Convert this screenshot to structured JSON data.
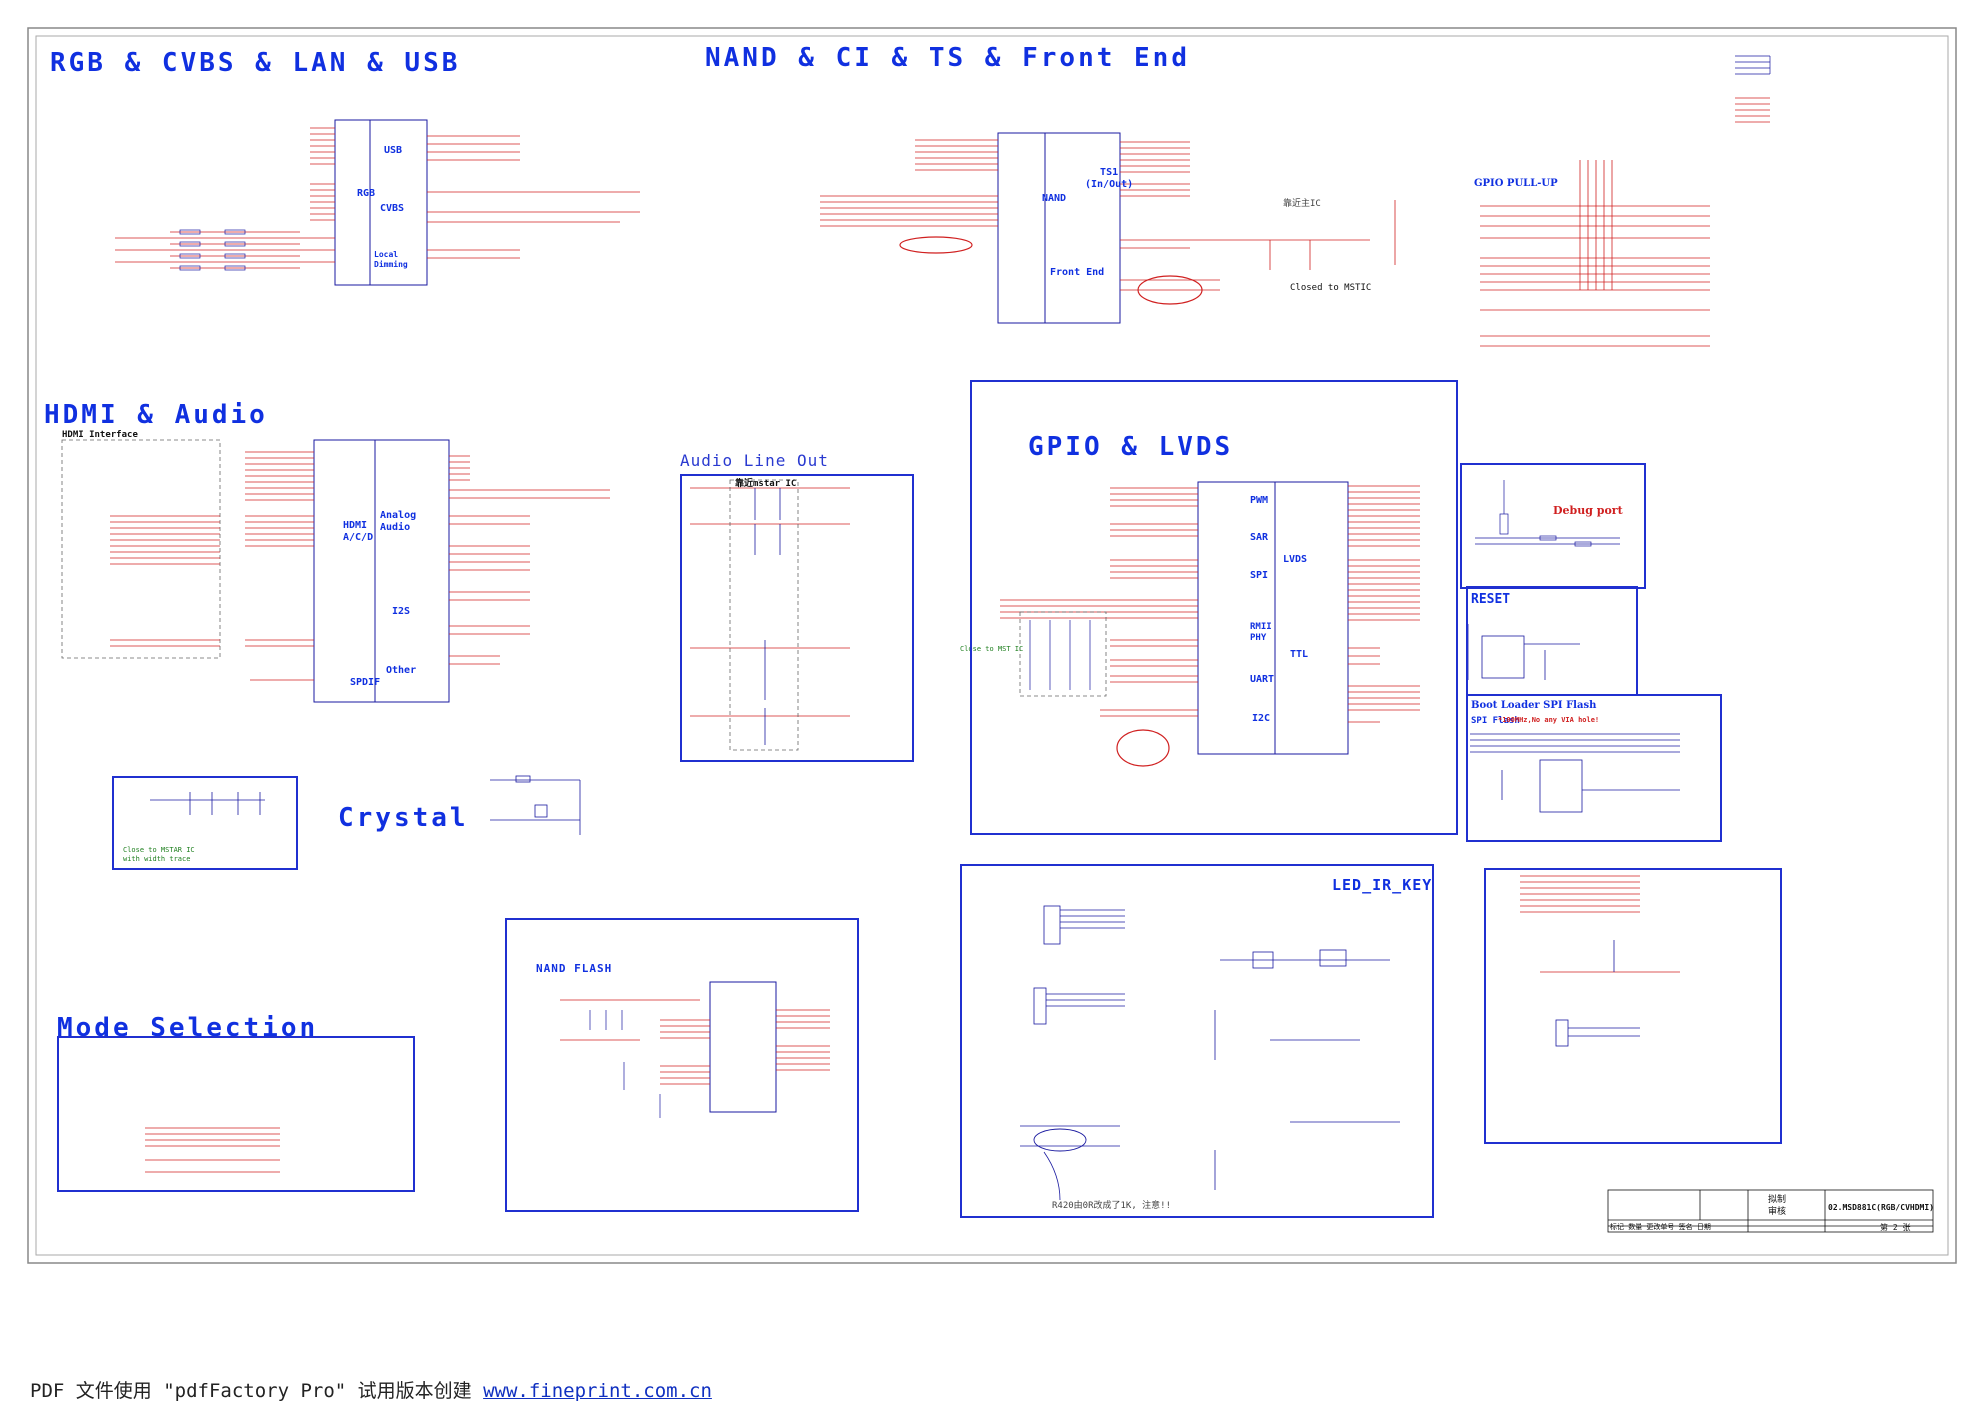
{
  "titles": {
    "rgb_cvbs_lan_usb": "RGB & CVBS & LAN & USB",
    "nand_ci_ts_front_end": "NAND & CI & TS & Front End",
    "hdmi_audio": "HDMI & Audio",
    "gpio_lvds": "GPIO & LVDS",
    "audio_line_out": "Audio Line Out",
    "crystal": "Crystal",
    "mode_selection": "Mode Selection",
    "nand_flash": "NAND FLASH",
    "led_ir_key": "LED_IR_KEY",
    "debug_port": "Debug port",
    "reset": "RESET",
    "boot_loader": "Boot Loader SPI Flash",
    "spi_flash": "SPI Flash",
    "gpio_pull_up": "GPIO PULL-UP",
    "hdmi_interface": "HDMI Interface"
  },
  "blocks": {
    "usb": "USB",
    "rgb": "RGB",
    "cvbs": "CVBS",
    "local_dimming": "Local\nDimming",
    "ts1": "TS1\n(In/Out)",
    "nand": "NAND",
    "front_end": "Front End",
    "hdmi_ac": "HDMI\nA/C/D",
    "analog_audio": "Analog\nAudio",
    "i2s": "I2S",
    "spdif": "SPDIF",
    "other": "Other",
    "pwm": "PWM",
    "sar": "SAR",
    "spi": "SPI",
    "lvds": "LVDS",
    "rmii_phy": "RMII\nPHY",
    "ttl": "TTL",
    "uart": "UART",
    "i2c": "I2C",
    "mstar_ic_note": "靠近mstar IC"
  },
  "notes": {
    "closed_to_mstic": "Closed to MSTIC",
    "close_to_mst_ic": "Close to MST IC",
    "close_to_mstar": "Close to MSTAR IC\nwith width trace",
    "near_main_ic": "靠近主IC",
    "spi_speed": "*100MHz,No any VIA hole!",
    "r420_note": "R420由0R改成了1K, 注意!!"
  },
  "title_block": {
    "doc_name": "02.MSD881C(RGB/CVHDMI)",
    "row1": "拟制",
    "row2": "审核",
    "row3": "标记 数量 更改单号 签名 日期",
    "page": "第 2 张"
  },
  "footer": {
    "prefix": "PDF 文件使用 \"pdfFactory Pro\" 试用版本创建 ",
    "url": "www.fineprint.com.cn"
  },
  "colors": {
    "title_blue": "#1030e0",
    "wire_red": "#e02020",
    "frame_blue": "#2030d0"
  }
}
